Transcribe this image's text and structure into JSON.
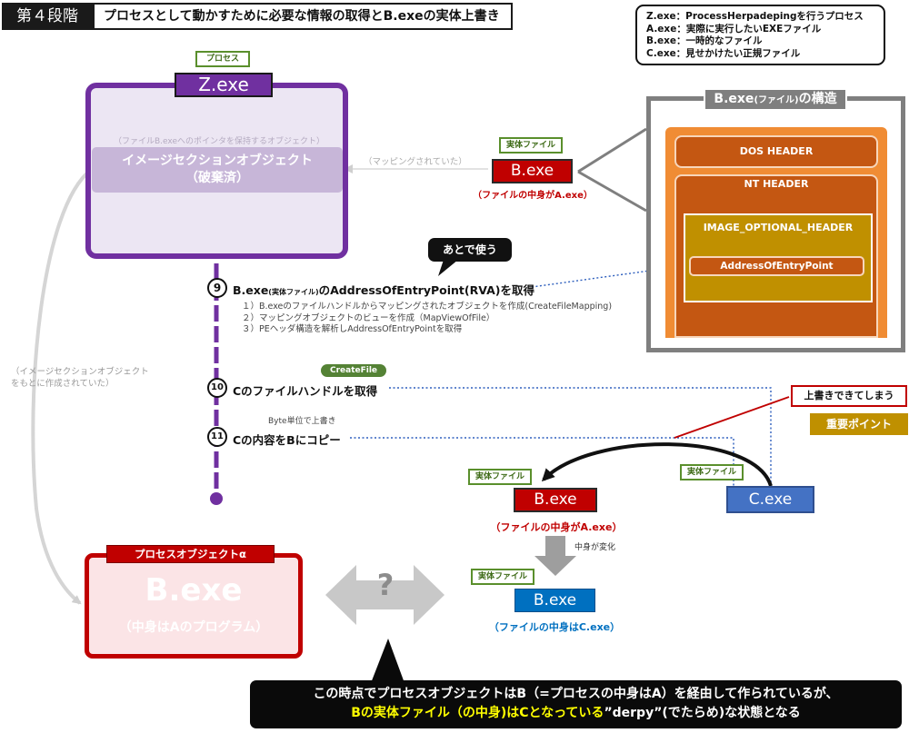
{
  "header": {
    "stage": "第４段階",
    "title": "プロセスとして動かすために必要な情報の取得とB.exeの実体上書き"
  },
  "legend": [
    "Z.exe：ProcessHerpadepingを行うプロセス",
    "A.exe：実際に実行したいEXEファイル",
    "B.exe：一時的なファイル",
    "C.exe：見せかけたい正規ファイル"
  ],
  "z_process": {
    "tag": "プロセス",
    "name": "Z.exe",
    "pointer_note": "（ファイルB.exeへのポインタを保持するオブジェクト）",
    "section_line1": "イメージセクションオブジェクト",
    "section_line2": "（破棄済）"
  },
  "b_top": {
    "tag": "実体ファイル",
    "name": "B.exe",
    "caption": "（ファイルの中身がA.exe）",
    "mapping_note": "（マッピングされていた）"
  },
  "structure": {
    "title_main": "B.exe",
    "title_small": "(ファイル)",
    "title_tail": "の構造",
    "dos_header": "DOS HEADER",
    "nt_header": "NT HEADER",
    "optional_header": "IMAGE_OPTIONAL_HEADER",
    "entry_point": "AddressOfEntryPoint"
  },
  "bubble": "あとで使う",
  "steps": {
    "s9": {
      "num": "9",
      "pre": "B.exe",
      "small": "(実体ファイル)",
      "post": "のAddressOfEntryPoint(RVA)を取得",
      "substeps": [
        "１）B.exeのファイルハンドルからマッピングされたオブジェクトを作成(CreateFileMapping)",
        "２）マッピングオブジェクトのビューを作成（MapViewOfFile）",
        "３）PEヘッダ構造を解析しAddressOfEntryPointを取得"
      ]
    },
    "s10": {
      "num": "10",
      "text": "Cのファイルハンドルを取得",
      "api": "CreateFile"
    },
    "s11": {
      "num": "11",
      "text": "Cの内容をBにコピー",
      "note": "Byte単位で上書き"
    }
  },
  "image_note": [
    "（イメージセクションオブジェクト",
    "をもとに作成されていた）"
  ],
  "warning": "上書きできてしまう",
  "important": "重要ポイント",
  "b_mid": {
    "tag": "実体ファイル",
    "name": "B.exe",
    "caption": "（ファイルの中身がA.exe）"
  },
  "c_file": {
    "tag": "実体ファイル",
    "name": "C.exe"
  },
  "change_note": "中身が変化",
  "b_bottom": {
    "tag": "実体ファイル",
    "name": "B.exe",
    "caption": "（ファイルの中身はC.exe）"
  },
  "process_object": {
    "label": "プロセスオブジェクトα",
    "name": "B.exe",
    "sub": "（中身はAのプログラム）"
  },
  "question": "?",
  "callout": {
    "line1": "この時点でプロセスオブジェクトはB（=プロセスの中身はA）を経由して作られているが、",
    "line2_highlight": "Bの実体ファイル（の中身)はCとなっている",
    "line2_rest": "”derpy”(でたらめ)な状態となる"
  },
  "colors": {
    "process": "#7030a0",
    "file_red": "#c00000",
    "file_blue": "#0070c0",
    "file_c": "#4472c4",
    "pe_orange": "#f08c34",
    "pe_dark": "#c45712",
    "optional_gold": "#c09000",
    "tag_green": "#548235",
    "highlight_yellow": "#ffff00"
  }
}
